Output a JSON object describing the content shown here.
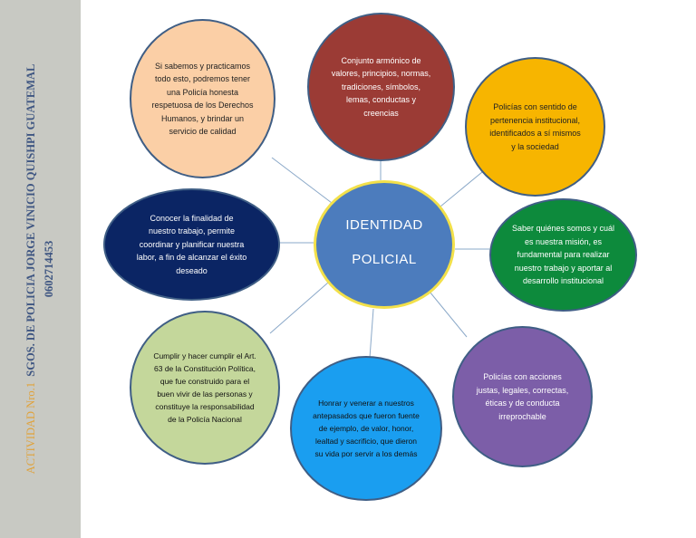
{
  "sidebar": {
    "activity": "ACTIVIDAD Nro.1",
    "author": "SGOS. DE POLICIA JORGE VINICIO QUISHPI GUATEMAL",
    "id_number": "0602714453"
  },
  "center": {
    "line1": "IDENTIDAD",
    "line2": "POLICIAL"
  },
  "nodes": [
    {
      "text": "Si sabemos y practicamos todo esto, podremos tener una Policía honesta respetuosa de los Derechos Humanos, y brindar un servicio de calidad",
      "fill": "#fbcfa6"
    },
    {
      "text": "Conjunto armónico de valores, principios, normas, tradiciones, símbolos, lemas, conductas y creencias",
      "fill": "#9b3b35"
    },
    {
      "text": "Policías con sentido de pertenencia institucional, identificados a sí mismos y la sociedad",
      "fill": "#f7b500"
    },
    {
      "text": "Saber quiénes somos y cuál es nuestra misión, es fundamental para realizar nuestro trabajo y aportar al desarrollo institucional",
      "fill": "#0d8a3c"
    },
    {
      "text": "Policías con acciones justas, legales, correctas, éticas y de conducta irreprochable",
      "fill": "#7c5ea8"
    },
    {
      "text": "Honrar y venerar a nuestros antepasados que fueron fuente de ejemplo, de valor, honor, lealtad y sacrificio, que dieron su vida por servir a los demás",
      "fill": "#1a9ef0"
    },
    {
      "text": "Cumplir y hacer cumplir el Art. 63 de la Constitución Política, que fue construido para el buen vivir de las personas y constituye la responsabilidad de la Policía Nacional",
      "fill": "#c4d79b"
    },
    {
      "text": "Conocer la finalidad de nuestro trabajo, permite coordinar y planificar nuestra labor, a fin de alcanzar el éxito deseado",
      "fill": "#0b2564"
    }
  ]
}
